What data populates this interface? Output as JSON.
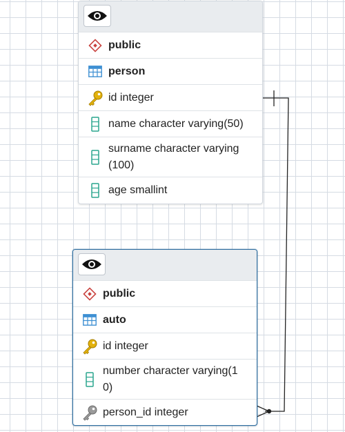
{
  "diagram": {
    "tables": [
      {
        "schema_label": "public",
        "table_label": "person",
        "view_icon": "eye-icon",
        "columns": [
          {
            "text": "id integer",
            "icon": "primary-key-icon"
          },
          {
            "text": "name character varying(50)",
            "icon": "column-icon"
          },
          {
            "text": "surname character varying\n(100)",
            "icon": "column-icon"
          },
          {
            "text": "age smallint",
            "icon": "column-icon"
          }
        ]
      },
      {
        "schema_label": "public",
        "table_label": "auto",
        "view_icon": "eye-icon",
        "columns": [
          {
            "text": "id integer",
            "icon": "primary-key-icon"
          },
          {
            "text": "number character varying(1\n0)",
            "icon": "column-icon"
          },
          {
            "text": "person_id integer",
            "icon": "foreign-key-icon"
          }
        ]
      }
    ],
    "relationship": {
      "from": "auto.person_id",
      "to": "person.id",
      "notation": "one-to-many"
    },
    "colors": {
      "grid": "#d5dbe3",
      "header_bg": "#e9ecef",
      "selected_border": "#2f6ea0",
      "schema_icon": "#c9423e",
      "table_icon": "#3d8fd3",
      "column_icon": "#2aa58e",
      "primary_key_icon": "#e3b20c",
      "foreign_key_icon": "#8a8a8a"
    }
  }
}
